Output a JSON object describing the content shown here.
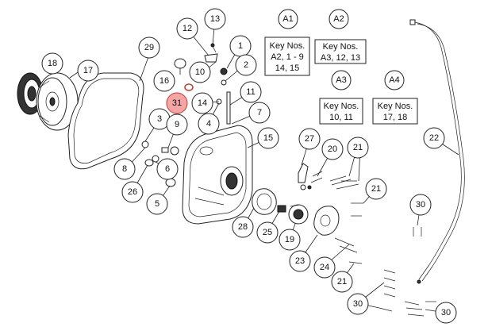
{
  "highlight_color": "#f4a6a6",
  "groups": [
    {
      "id": "A1",
      "label": "A1",
      "key_line1": "Key Nos.",
      "key_line2": "A2, 1 - 9",
      "key_line3": "14, 15"
    },
    {
      "id": "A2",
      "label": "A2",
      "key_line1": "Key Nos.",
      "key_line2": "A3, 12, 13",
      "key_line3": ""
    },
    {
      "id": "A3",
      "label": "A3",
      "key_line1": "Key Nos.",
      "key_line2": "10, 11",
      "key_line3": ""
    },
    {
      "id": "A4",
      "label": "A4",
      "key_line1": "Key Nos.",
      "key_line2": "17, 18",
      "key_line3": ""
    }
  ],
  "callouts": [
    "1",
    "2",
    "3",
    "4",
    "5",
    "6",
    "7",
    "8",
    "9",
    "10",
    "11",
    "12",
    "13",
    "14",
    "15",
    "16",
    "17",
    "18",
    "19",
    "20",
    "21",
    "21b",
    "21c",
    "22",
    "23",
    "24",
    "25",
    "26",
    "27",
    "28",
    "29",
    "30",
    "30b",
    "30c",
    "31"
  ],
  "labels": {
    "c1": "1",
    "c2": "2",
    "c3": "3",
    "c4": "4",
    "c5": "5",
    "c6": "6",
    "c7": "7",
    "c8": "8",
    "c9": "9",
    "c10": "10",
    "c11": "11",
    "c12": "12",
    "c13": "13",
    "c14": "14",
    "c15": "15",
    "c16": "16",
    "c17": "17",
    "c18": "18",
    "c19": "19",
    "c20": "20",
    "c21a": "21",
    "c21b": "21",
    "c21c": "21",
    "c22": "22",
    "c23": "23",
    "c24": "24",
    "c25": "25",
    "c26": "26",
    "c27": "27",
    "c28": "28",
    "c29": "29",
    "c30a": "30",
    "c30b": "30",
    "c30c": "30",
    "c31": "31"
  }
}
